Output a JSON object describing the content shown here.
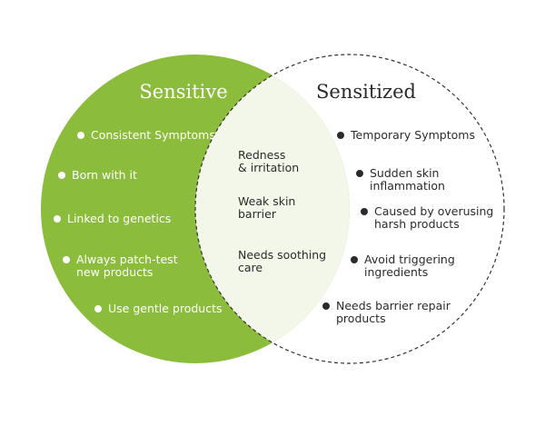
{
  "colors": {
    "left_fill": "#8cbc3c",
    "overlap_fill": "#f3f7ea",
    "right_stroke": "#333333",
    "dark_text": "#2b2b2b",
    "light_text": "#ffffff"
  },
  "left": {
    "title": "Sensitive",
    "items": [
      [
        "Consistent Symptoms"
      ],
      [
        "Born with it"
      ],
      [
        "Linked to genetics"
      ],
      [
        "Always patch-test",
        "new products"
      ],
      [
        "Use gentle products"
      ]
    ]
  },
  "right": {
    "title": "Sensitized",
    "items": [
      [
        "Temporary Symptoms"
      ],
      [
        "Sudden skin",
        "inflammation"
      ],
      [
        "Caused by overusing",
        "harsh products"
      ],
      [
        "Avoid triggering",
        "ingredients"
      ],
      [
        "Needs barrier repair",
        "products"
      ]
    ]
  },
  "shared": {
    "items": [
      [
        "Redness",
        "& irritation"
      ],
      [
        "Weak skin",
        "barrier"
      ],
      [
        "Needs soothing",
        "care"
      ]
    ]
  }
}
